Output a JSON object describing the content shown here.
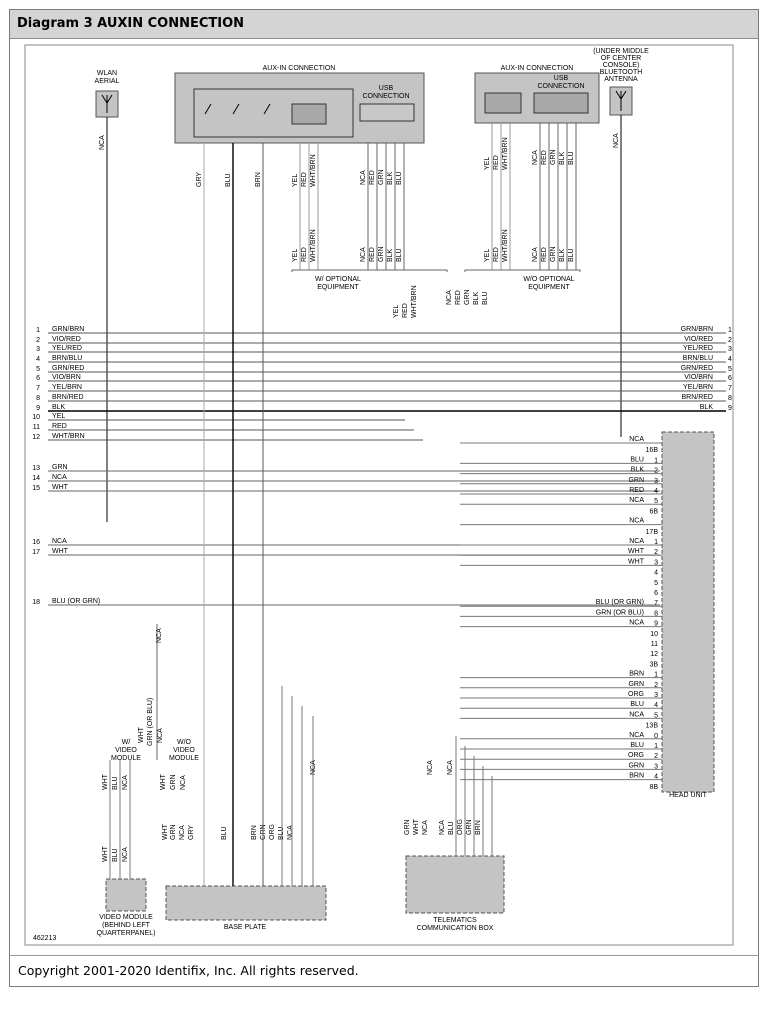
{
  "title": "Diagram 3 AUXIN CONNECTION",
  "copyright": "Copyright 2001-2020 Identifix, Inc. All rights reserved.",
  "figure_number": "462213",
  "components": {
    "wlan_aerial": "WLAN AERIAL",
    "auxin_connection_left": "AUX-IN CONNECTION",
    "usb_connection": "USB CONNECTION",
    "auxin_connection_right": "AUX-IN CONNECTION",
    "bluetooth_antenna": "(UNDER MIDDLE OF CENTER CONSOLE) BLUETOOTH ANTENNA",
    "head_unit": "HEAD UNIT",
    "base_plate": "BASE PLATE",
    "video_module": "VIDEO MODULE (BEHIND LEFT QUARTERPANEL)",
    "telematics": "TELEMATICS COMMUNICATION BOX"
  },
  "notes": {
    "with_optional": "W/ OPTIONAL EQUIPMENT",
    "without_optional": "W/O OPTIONAL EQUIPMENT",
    "with_video": "W/ VIDEO MODULE",
    "without_video": "W/O VIDEO MODULE",
    "nca": "NCA"
  },
  "left_buses": [
    {
      "num": "1",
      "label": "GRN/BRN"
    },
    {
      "num": "2",
      "label": "VIO/RED"
    },
    {
      "num": "3",
      "label": "YEL/RED"
    },
    {
      "num": "4",
      "label": "BRN/BLU"
    },
    {
      "num": "5",
      "label": "GRN/RED"
    },
    {
      "num": "6",
      "label": "VIO/BRN"
    },
    {
      "num": "7",
      "label": "YEL/BRN"
    },
    {
      "num": "8",
      "label": "BRN/RED"
    },
    {
      "num": "9",
      "label": "BLK"
    },
    {
      "num": "10",
      "label": "YEL"
    },
    {
      "num": "11",
      "label": "RED"
    },
    {
      "num": "12",
      "label": "WHT/BRN"
    },
    {
      "num": "13",
      "label": "GRN"
    },
    {
      "num": "14",
      "label": "NCA"
    },
    {
      "num": "15",
      "label": "WHT"
    },
    {
      "num": "16",
      "label": "NCA"
    },
    {
      "num": "17",
      "label": "WHT"
    },
    {
      "num": "18",
      "label": "BLU  (OR GRN)"
    }
  ],
  "right_buses": [
    {
      "num": "1",
      "label": "GRN/BRN"
    },
    {
      "num": "2",
      "label": "VIO/RED"
    },
    {
      "num": "3",
      "label": "YEL/RED"
    },
    {
      "num": "4",
      "label": "BRN/BLU"
    },
    {
      "num": "5",
      "label": "GRN/RED"
    },
    {
      "num": "6",
      "label": "VIO/BRN"
    },
    {
      "num": "7",
      "label": "YEL/BRN"
    },
    {
      "num": "8",
      "label": "BRN/RED"
    },
    {
      "num": "9",
      "label": "BLK"
    }
  ],
  "head_unit_pins": [
    {
      "pin": "",
      "label": "NCA"
    },
    {
      "pin": "16B",
      "label": ""
    },
    {
      "pin": "1",
      "label": "BLU"
    },
    {
      "pin": "2",
      "label": "BLK"
    },
    {
      "pin": "3",
      "label": "GRN"
    },
    {
      "pin": "4",
      "label": "RED"
    },
    {
      "pin": "5",
      "label": "NCA"
    },
    {
      "pin": "6B",
      "label": ""
    },
    {
      "pin": "",
      "label": "NCA"
    },
    {
      "pin": "17B",
      "label": ""
    },
    {
      "pin": "1",
      "label": "NCA"
    },
    {
      "pin": "2",
      "label": "WHT"
    },
    {
      "pin": "3",
      "label": "WHT"
    },
    {
      "pin": "4",
      "label": ""
    },
    {
      "pin": "5",
      "label": ""
    },
    {
      "pin": "6",
      "label": ""
    },
    {
      "pin": "7",
      "label": "BLU  (OR GRN)"
    },
    {
      "pin": "8",
      "label": "GRN  (OR BLU)"
    },
    {
      "pin": "9",
      "label": "NCA"
    },
    {
      "pin": "10",
      "label": ""
    },
    {
      "pin": "11",
      "label": ""
    },
    {
      "pin": "12",
      "label": ""
    },
    {
      "pin": "3B",
      "label": ""
    },
    {
      "pin": "1",
      "label": "BRN"
    },
    {
      "pin": "2",
      "label": "GRN"
    },
    {
      "pin": "3",
      "label": "ORG"
    },
    {
      "pin": "4",
      "label": "BLU"
    },
    {
      "pin": "5",
      "label": "NCA"
    },
    {
      "pin": "13B",
      "label": ""
    },
    {
      "pin": "0",
      "label": "NCA"
    },
    {
      "pin": "1",
      "label": "BLU"
    },
    {
      "pin": "2",
      "label": "ORG"
    },
    {
      "pin": "3",
      "label": "GRN"
    },
    {
      "pin": "4",
      "label": "BRN"
    },
    {
      "pin": "8B",
      "label": ""
    }
  ],
  "vertical_labels": {
    "aux_left_wires": [
      "GRY",
      "BLU",
      "BRN",
      "YEL",
      "RED",
      "WHT/BRN"
    ],
    "usb_left_wires": [
      "NCA",
      "RED",
      "GRN",
      "BLK",
      "BLU"
    ],
    "aux_right_wires": [
      "YEL",
      "RED",
      "WHT/BRN"
    ],
    "usb_right_wires": [
      "NCA",
      "RED",
      "GRN",
      "BLK",
      "BLU"
    ],
    "mid_left": [
      "YEL",
      "RED",
      "WHT/BRN"
    ],
    "mid_right": [
      "NCA",
      "RED",
      "GRN",
      "BLK",
      "BLU"
    ],
    "wlan_wire": "NCA",
    "bt_wire": "NCA",
    "video_side": [
      "WHT",
      "BLU",
      "NCA"
    ],
    "video_side2": [
      "WHT",
      "GRN",
      "NCA"
    ],
    "base_plate_wires": [
      "WHT",
      "GRN",
      "NCA",
      "GRY",
      "BLU",
      "BRN",
      "GRN",
      "ORG",
      "BLU",
      "NCA"
    ],
    "telematics_wires": [
      "GRN",
      "WHT",
      "NCA",
      "NCA",
      "BLU",
      "ORG",
      "GRN",
      "BRN"
    ]
  }
}
